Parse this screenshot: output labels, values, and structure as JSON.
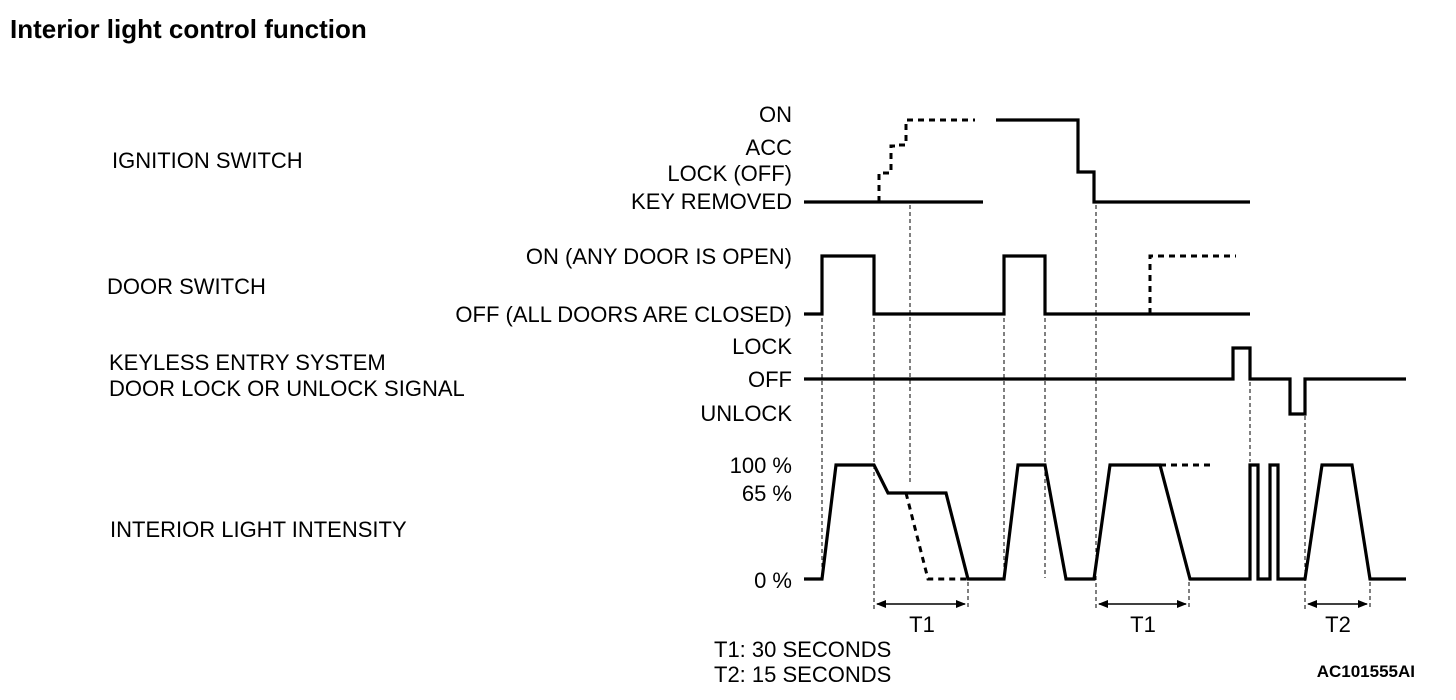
{
  "title": "Interior light control function",
  "signals": {
    "ignition": {
      "name": "IGNITION SWITCH",
      "levels": [
        "ON",
        "ACC",
        "LOCK (OFF)",
        "KEY REMOVED"
      ]
    },
    "door": {
      "name": "DOOR SWITCH",
      "levels": [
        "ON (ANY DOOR IS OPEN)",
        "OFF (ALL DOORS ARE CLOSED)"
      ]
    },
    "keyless": {
      "name_line1": "KEYLESS ENTRY SYSTEM",
      "name_line2": "DOOR LOCK OR UNLOCK SIGNAL",
      "levels": [
        "LOCK",
        "OFF",
        "UNLOCK"
      ]
    },
    "light": {
      "name": "INTERIOR LIGHT INTENSITY",
      "levels": [
        "100 %",
        "65 %",
        "0 %"
      ]
    }
  },
  "intervals": {
    "t1_a": "T1",
    "t1_b": "T1",
    "t2": "T2"
  },
  "legend": {
    "t1": "T1: 30 SECONDS",
    "t2": "T2: 15 SECONDS"
  },
  "figure_code": "AC101555AI"
}
